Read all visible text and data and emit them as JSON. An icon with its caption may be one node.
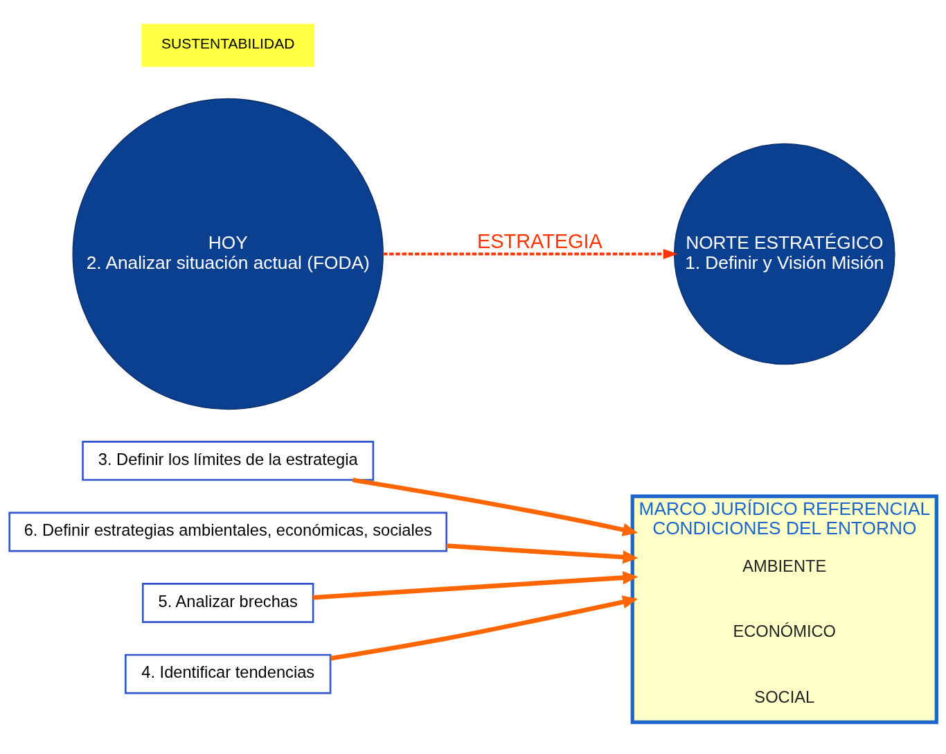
{
  "diagram": {
    "nodes": [
      {
        "text": [
          "3. Definir los límites de la estrategia"
        ]
      },
      {
        "text": [
          "NORTE ESTRATÉGICO",
          "1. Definir y Visión Misión"
        ]
      },
      {
        "text": [
          "6. Definir estrategias ambientales, económicas, sociales"
        ]
      },
      {
        "text": [
          "MARCO JURÍDICO REFERENCIAL",
          "CONDICIONES DEL ENTORNO"
        ]
      },
      {
        "text": [
          "AMBIENTE"
        ],
        "in": 3
      },
      {
        "text": [
          "ECONÓMICO"
        ],
        "in": 3
      },
      {
        "text": [
          "SOCIAL"
        ],
        "in": 3
      },
      {
        "text": [
          "5. Analizar brechas"
        ]
      },
      {
        "text": [
          "HOY",
          "2. Analizar situación actual (FODA)"
        ]
      },
      {
        "text": [
          "SUSTENTABILIDAD"
        ]
      },
      {
        "text": [
          "4. Identificar tendencias"
        ]
      }
    ],
    "edges": [
      {
        "from": 0,
        "to": 3,
        "arrow": "to"
      },
      {
        "from": 2,
        "to": 3,
        "arrow": "to"
      },
      {
        "from": 10,
        "to": 3,
        "arrow": "to"
      },
      {
        "from": 7,
        "to": 3,
        "arrow": "to"
      },
      {
        "from": 8,
        "to": 1,
        "label": "ESTRATEGIA",
        "arrow": "to",
        "style": "dashed",
        "color": "#ff3300"
      }
    ]
  }
}
